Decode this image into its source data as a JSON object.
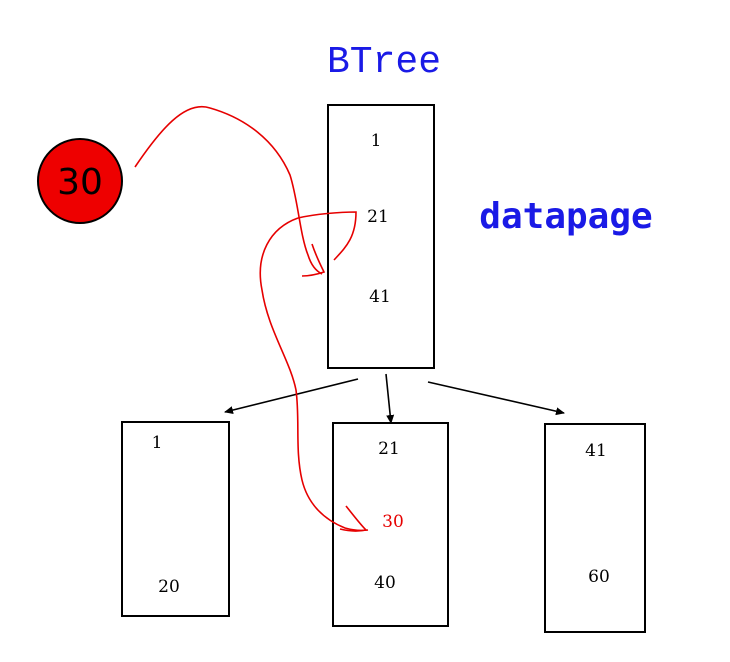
{
  "title": "BTree",
  "side_label": "datapage",
  "insert_key": "30",
  "root_node": {
    "keys": [
      "1",
      "21",
      "41"
    ]
  },
  "children": [
    {
      "keys": [
        "1",
        "20"
      ]
    },
    {
      "keys": [
        "21",
        "30",
        "40"
      ]
    },
    {
      "keys": [
        "41",
        "60"
      ]
    }
  ],
  "colors": {
    "title": "#1a1ae6",
    "annotation": "#e60000",
    "circle_fill": "#ee0000",
    "node_border": "#000000"
  }
}
